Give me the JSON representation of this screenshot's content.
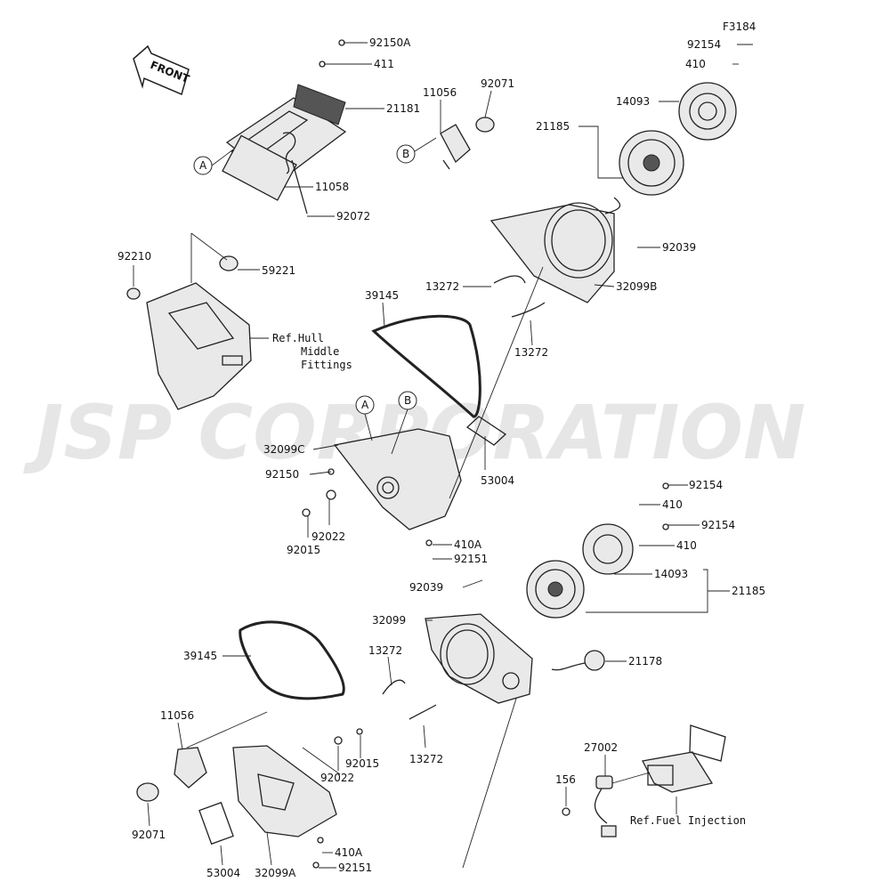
{
  "figure_code": "F3184",
  "front_label": "FRONT",
  "watermark": "JSP CORPORATION",
  "reference_markers": [
    "A",
    "B"
  ],
  "ref_notes": {
    "hull_line1": "Ref.Hull",
    "hull_line2": "Middle",
    "hull_line3": "Fittings",
    "fuel_injection": "Ref.Fuel Injection"
  },
  "callouts": [
    "92150A",
    "411",
    "21181",
    "11058",
    "92072",
    "11056",
    "92071",
    "92154",
    "410",
    "14093",
    "21185",
    "92039",
    "32099B",
    "13272",
    "13272",
    "92210",
    "59221",
    "39145",
    "32099C",
    "92150",
    "92022",
    "92015",
    "53004",
    "410A",
    "92151",
    "92154",
    "410",
    "92154",
    "410",
    "14093",
    "21185",
    "92039",
    "32099",
    "13272",
    "21178",
    "13272",
    "39145",
    "11056",
    "92071",
    "92015",
    "92022",
    "53004",
    "32099A",
    "410A",
    "92151",
    "27002",
    "156"
  ]
}
